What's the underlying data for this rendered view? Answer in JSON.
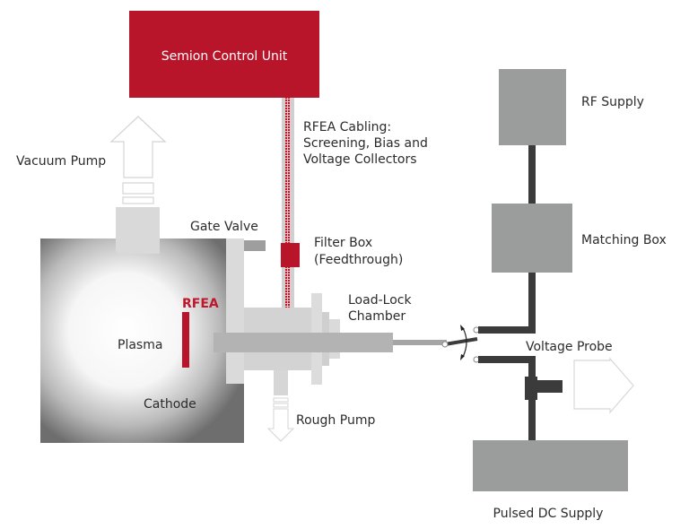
{
  "colors": {
    "accent_red": "#b8152a",
    "box_gray": "#9b9d9d",
    "wire_dark": "#3b3b3b",
    "chamber_gray": "#6e6e6e",
    "part_light": "#d6d6d6",
    "part_mid": "#bdbdbd"
  },
  "components": {
    "control_unit": "Semion Control Unit",
    "cabling": [
      "RFEA Cabling:",
      "Screening, Bias and",
      "Voltage Collectors"
    ],
    "vacuum_pump": "Vacuum Pump",
    "gate_valve": "Gate Valve",
    "filter_box": [
      "Filter Box",
      "(Feedthrough)"
    ],
    "rfea": "RFEA",
    "load_lock": [
      "Load-Lock",
      "Chamber"
    ],
    "plasma": "Plasma",
    "cathode": "Cathode",
    "rough_pump": "Rough Pump",
    "rf_supply": "RF Supply",
    "matching_box": "Matching Box",
    "voltage_probe": "Voltage Probe",
    "pulsed_dc": "Pulsed DC Supply"
  }
}
